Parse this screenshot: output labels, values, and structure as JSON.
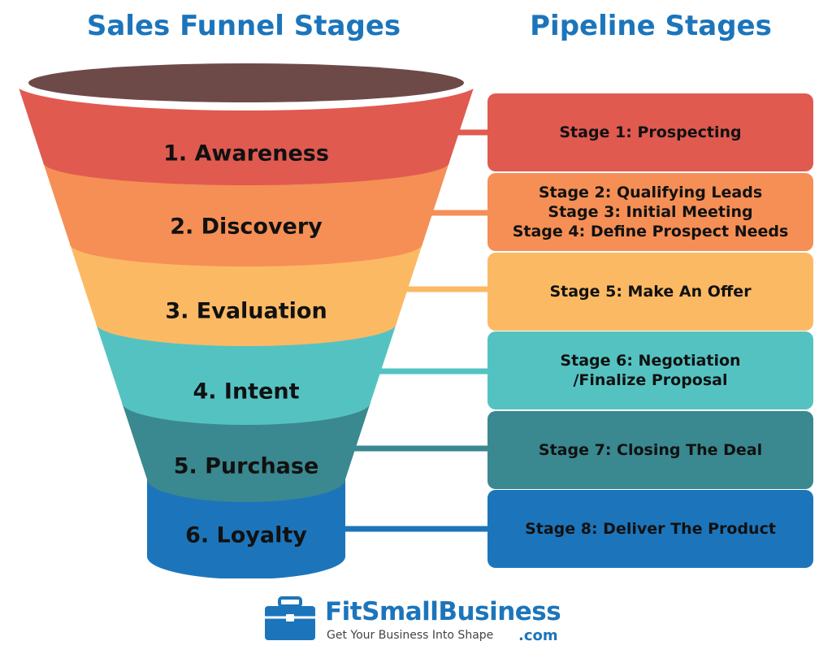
{
  "headings": {
    "left": "Sales Funnel Stages",
    "right": "Pipeline Stages"
  },
  "colors": {
    "heading": "#1c75bb",
    "funnel_top": "#6d4a48",
    "stage_colors": [
      "#e05a50",
      "#f58f55",
      "#fcb964",
      "#55c2c2",
      "#3a8890",
      "#1c75bb"
    ]
  },
  "funnel_stages": [
    {
      "label": "1. Awareness",
      "color": "#e05a50"
    },
    {
      "label": "2. Discovery",
      "color": "#f58f55"
    },
    {
      "label": "3. Evaluation",
      "color": "#fcb964"
    },
    {
      "label": "4. Intent",
      "color": "#55c2c2"
    },
    {
      "label": "5. Purchase",
      "color": "#3a8890"
    },
    {
      "label": "6. Loyalty",
      "color": "#1c75bb"
    }
  ],
  "pipeline_stages": [
    {
      "lines": [
        "Stage 1: Prospecting"
      ],
      "color": "#e05a50"
    },
    {
      "lines": [
        "Stage 2: Qualifying Leads",
        "Stage 3: Initial Meeting",
        "Stage 4: Define Prospect Needs"
      ],
      "color": "#f58f55"
    },
    {
      "lines": [
        "Stage 5: Make An Offer"
      ],
      "color": "#fcb964"
    },
    {
      "lines": [
        "Stage 6: Negotiation",
        "/Finalize Proposal"
      ],
      "color": "#55c2c2"
    },
    {
      "lines": [
        "Stage 7: Closing The Deal"
      ],
      "color": "#3a8890"
    },
    {
      "lines": [
        "Stage 8: Deliver The Product"
      ],
      "color": "#1c75bb"
    }
  ],
  "logo": {
    "brand": "FitSmallBusiness",
    "domain": ".com",
    "tagline": "Get Your Business Into Shape",
    "icon": "briefcase-icon"
  }
}
